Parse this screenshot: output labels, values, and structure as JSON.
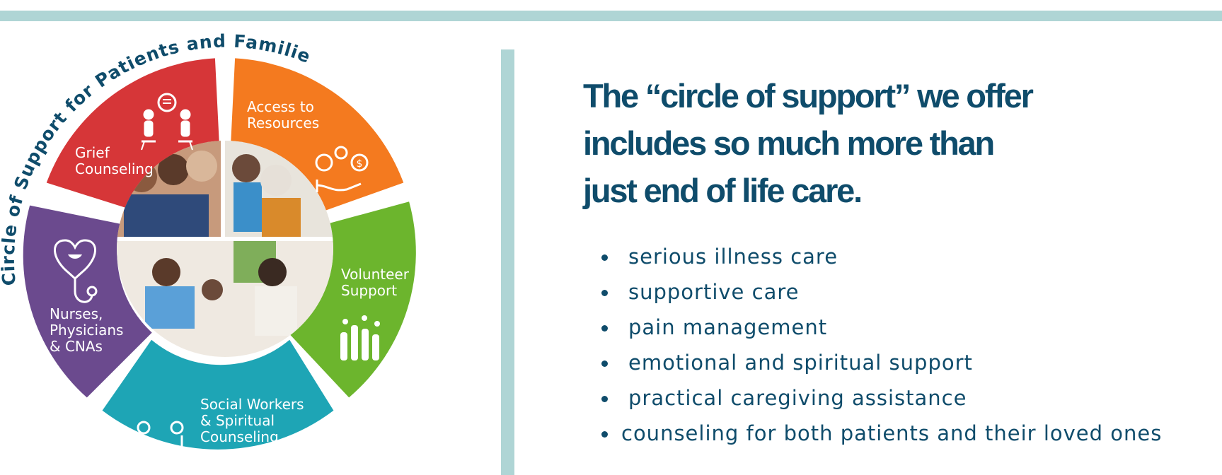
{
  "arc_title": "Circle of Support for Patients and Families",
  "segments": {
    "grief": {
      "label_lines": [
        "Grief",
        "Counseling"
      ],
      "color": "#d63638"
    },
    "resources": {
      "label_lines": [
        "Access to",
        "Resources"
      ],
      "color": "#f47a1f"
    },
    "volunteer": {
      "label_lines": [
        "Volunteer",
        "Support"
      ],
      "color": "#6cb52d"
    },
    "social": {
      "label_lines": [
        "Social Workers",
        "& Spiritual",
        "Counseling"
      ],
      "color": "#1ea5b5"
    },
    "nurses": {
      "label_lines": [
        "Nurses,",
        "Physicians",
        "& CNAs"
      ],
      "color": "#6b4a8e"
    }
  },
  "icons": {
    "grief": "counseling-session-icon",
    "resources": "resources-hand-icon",
    "volunteer": "raised-hands-hearts-icon",
    "social": "two-people-talking-icon",
    "nurses": "heart-stethoscope-icon"
  },
  "headline_lines": [
    "The “circle of support” we offer",
    "includes so much more than",
    "just end of life care."
  ],
  "services": [
    "serious illness care",
    "supportive care",
    "pain management",
    "emotional and spiritual support",
    "practical caregiving assistance",
    "counseling for both patients and their loved ones"
  ],
  "colors": {
    "navy": "#0f4c6b",
    "accent_teal": "#afd5d5"
  }
}
